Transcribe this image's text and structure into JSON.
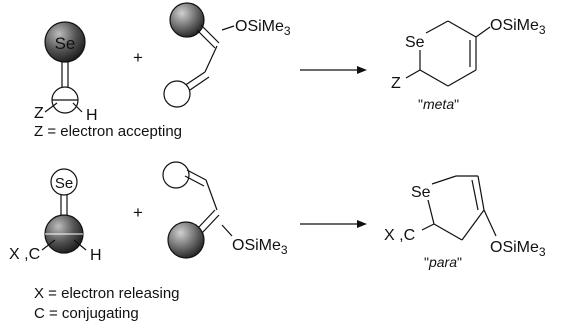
{
  "reactions": [
    {
      "thioaldehyde": {
        "heteroatom": "Se",
        "sub_left": "Z",
        "sub_right": "H"
      },
      "plus": "+",
      "diene_substituent": "OSiMe3",
      "product": {
        "ring_atom": "Se",
        "substituent": "OSiMe3",
        "sub": "Z",
        "regio_label": "meta"
      },
      "legend": [
        "Z = electron accepting"
      ]
    },
    {
      "thioaldehyde": {
        "heteroatom": "Se",
        "sub_left": "X ,C",
        "sub_right": "H"
      },
      "plus": "+",
      "diene_substituent": "OSiMe3",
      "product": {
        "ring_atom": "Se",
        "substituent": "OSiMe3",
        "sub": "X ,C",
        "regio_label": "para"
      },
      "legend": [
        "X = electron releasing",
        "C = conjugating"
      ]
    }
  ],
  "colors": {
    "ink": "#111111",
    "shade": "#4a4a4a"
  }
}
